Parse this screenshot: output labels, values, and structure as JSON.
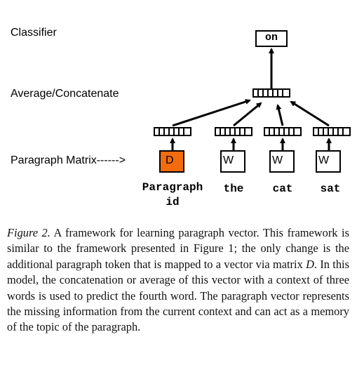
{
  "figure": {
    "left_labels": {
      "classifier": "Classifier",
      "average": "Average/Concatenate",
      "paragraph_matrix": "Paragraph Matrix------>"
    },
    "output_token": "on",
    "inputs": [
      {
        "box_letter": "D",
        "word": "Paragraph",
        "word_line2": "id",
        "color": "#f26c0d"
      },
      {
        "box_letter": "W",
        "word": "the",
        "color": "#ffffff"
      },
      {
        "box_letter": "W",
        "word": "cat",
        "color": "#ffffff"
      },
      {
        "box_letter": "W",
        "word": "sat",
        "color": "#ffffff"
      }
    ]
  },
  "caption": {
    "label": "Figure 2.",
    "text_a": " A framework for learning paragraph vector. This framework is similar to the framework presented in Figure 1; the only change is the additional paragraph token that is mapped to a vector via matrix ",
    "matrix_symbol": "D",
    "text_b": ". In this model, the concatenation or average of this vector with a context of three words is used to predict the fourth word. The paragraph vector represents the missing information from the current context and can act as a memory of the topic of the paragraph."
  }
}
